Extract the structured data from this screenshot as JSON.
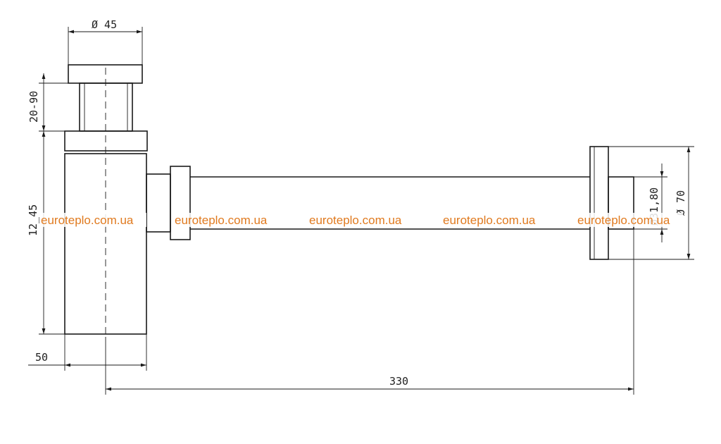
{
  "dimensions": {
    "top_diameter": "Ø 45",
    "height_range": "20-90",
    "body_height": "12_45",
    "body_width": "50",
    "length": "330",
    "pipe_diameter": "Ø31,80",
    "flange_diameter": "Ø 70"
  },
  "watermark": [
    "euroteplo.com.ua",
    "euroteplo.com.ua",
    "euroteplo.com.ua",
    "euroteplo.com.ua",
    "euroteplo.com.ua"
  ],
  "colors": {
    "line": "#1a1a1a",
    "watermark": "#e07a1f",
    "background": "#ffffff"
  }
}
